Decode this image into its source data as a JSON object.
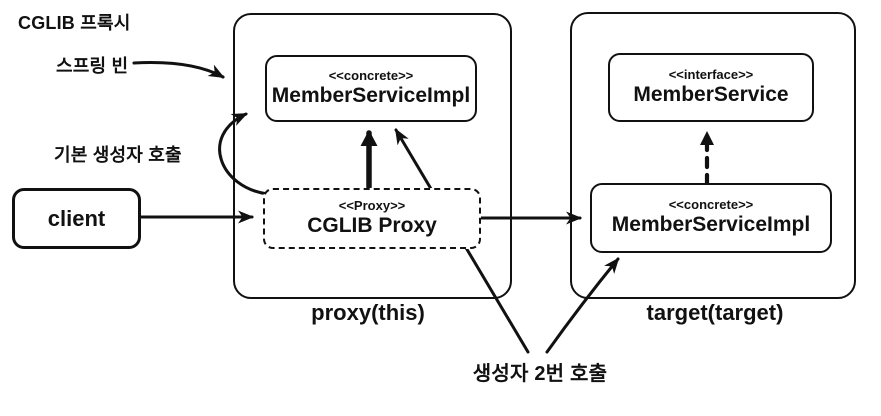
{
  "annotations": {
    "title": "CGLIB 프록시",
    "spring_bean": "스프링 빈",
    "default_constructor_call": "기본 생성자 호출",
    "constructor_called_twice": "생성자 2번 호출"
  },
  "client": {
    "label": "client"
  },
  "proxy_group": {
    "label": "proxy(this)",
    "member_service_impl": {
      "stereotype": "<<concrete>>",
      "name": "MemberServiceImpl"
    },
    "cglib_proxy": {
      "stereotype": "<<Proxy>>",
      "name": "CGLIB Proxy"
    }
  },
  "target_group": {
    "label": "target(target)",
    "member_service": {
      "stereotype": "<<interface>>",
      "name": "MemberService"
    },
    "member_service_impl": {
      "stereotype": "<<concrete>>",
      "name": "MemberServiceImpl"
    }
  },
  "arrows": {
    "spring_bean_to_proxy_group": "annotation arrow",
    "client_to_cglib_proxy": "call arrow",
    "cglib_proxy_to_target_impl": "call arrow",
    "cglib_proxy_extends_impl": "thick inheritance arrow",
    "target_impl_implements_interface": "dashed realization arrow",
    "default_constructor_curve": "curved annotation arrow",
    "constructor_twice_left": "annotation arrow",
    "constructor_twice_right": "annotation arrow"
  },
  "colors": {
    "ink": "#111111",
    "background": "#ffffff"
  }
}
